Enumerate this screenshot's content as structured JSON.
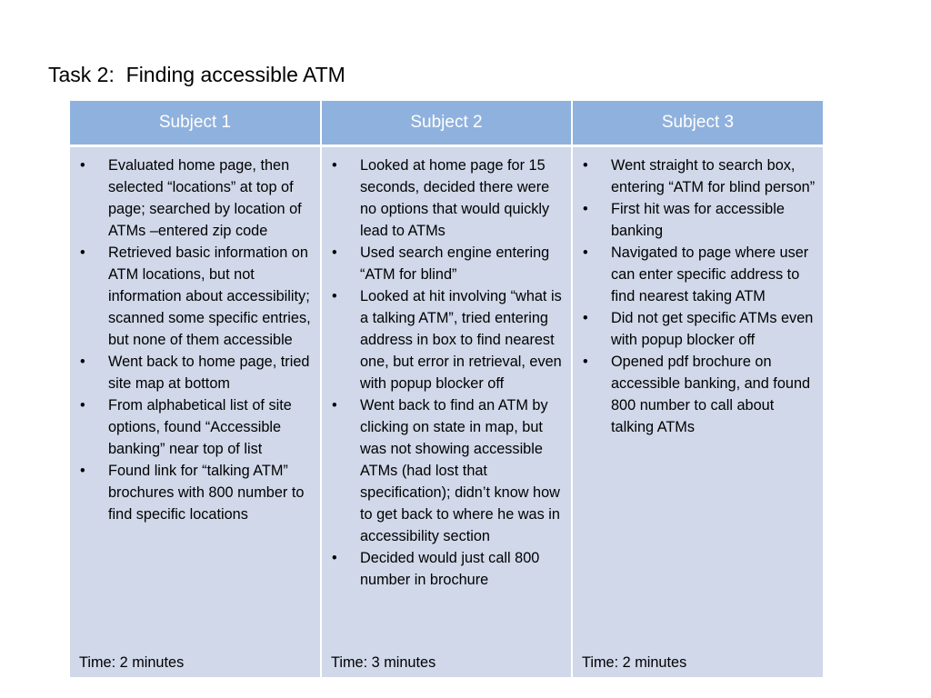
{
  "slide": {
    "title": "Task 2:  Finding accessible ATM"
  },
  "table": {
    "headers": [
      "Subject 1",
      "Subject 2",
      "Subject 3"
    ],
    "columns": [
      {
        "items": [
          "Evaluated home page, then selected “locations” at top of page; searched by location of ATMs –entered zip code",
          "Retrieved basic information on ATM locations, but not information about accessibility; scanned some specific entries, but none of them accessible",
          "Went back to home page, tried site map at bottom",
          "From alphabetical list of site options, found “Accessible banking” near top of list",
          "Found link for “talking ATM” brochures with 800 number to find specific locations"
        ],
        "time": "Time: 2 minutes"
      },
      {
        "items": [
          "Looked at home page for 15 seconds, decided there were no options that would quickly lead to ATMs",
          "Used search engine entering “ATM for blind”",
          "Looked at hit involving “what is a talking ATM”, tried entering address in box to find nearest one, but error in retrieval, even with popup blocker off",
          "Went back to find an ATM by clicking on state in map, but was not showing accessible ATMs (had lost that specification); didn’t know how to get back to where he was in accessibility section",
          "Decided would just call 800 number in brochure"
        ],
        "time": "Time: 3 minutes"
      },
      {
        "items": [
          "Went straight to search box, entering “ATM for blind person”",
          "First hit was for accessible banking",
          "Navigated to page where user can enter specific address to find nearest taking ATM",
          "Did not get specific ATMs even with popup blocker off",
          "Opened pdf brochure on accessible banking, and found 800 number to call about talking ATMs"
        ],
        "time": "Time: 2 minutes"
      }
    ]
  },
  "colors": {
    "header_bg": "#8fb1de",
    "cell_bg": "#d0d8e9"
  }
}
